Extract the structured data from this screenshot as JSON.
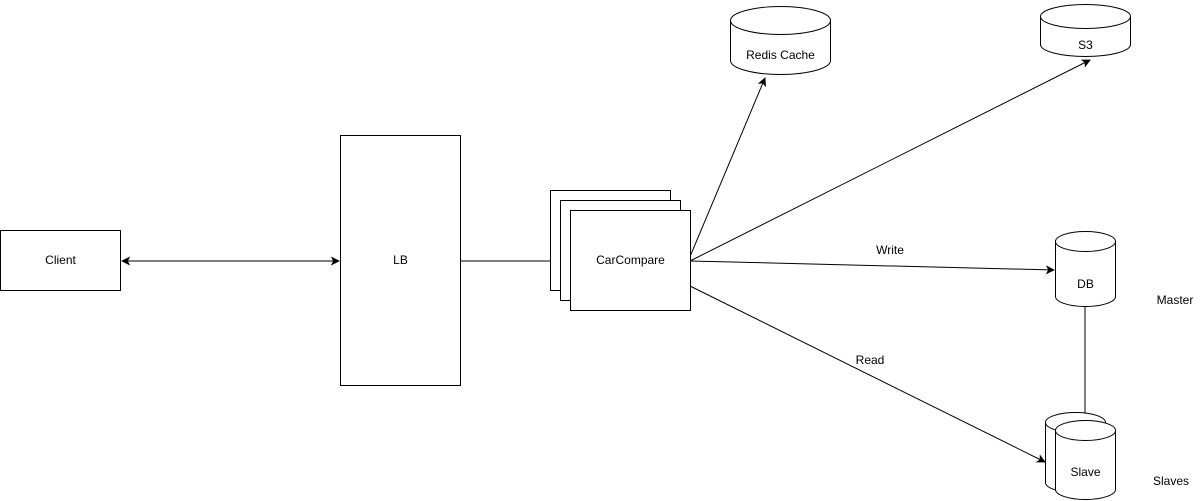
{
  "nodes": {
    "client": "Client",
    "lb": "LB",
    "carcompare": "CarCompare",
    "redis": "Redis Cache",
    "s3": "S3",
    "db": "DB",
    "slave": "Slave"
  },
  "edge_labels": {
    "write": "Write",
    "read": "Read"
  },
  "annotations": {
    "master": "Master",
    "slaves": "Slaves"
  },
  "colors": {
    "stroke": "#000000",
    "fill": "#ffffff",
    "text": "#000000"
  }
}
